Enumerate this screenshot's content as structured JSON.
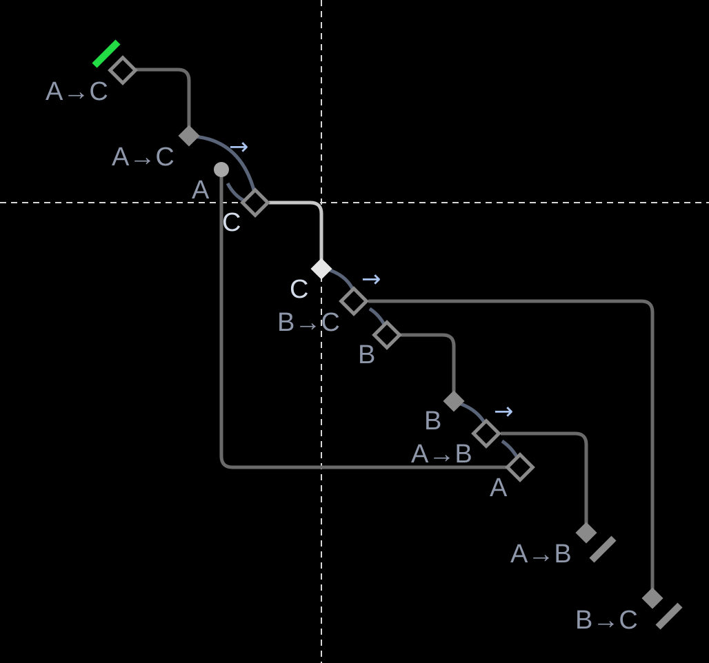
{
  "labels": {
    "start": "A→C",
    "split1": "A→C",
    "split1_in": "A",
    "split1_out": "C",
    "split2": "C",
    "split2_mirror": "B→C",
    "split2_out": "B",
    "split3": "B",
    "split3_mirror": "A→B",
    "split3_out": "A",
    "end_ab": "A→B",
    "end_bc": "B→C"
  },
  "arrows": {
    "a1": "→",
    "a2": "→",
    "a3": "→"
  },
  "colors": {
    "background": "#000000",
    "source": "#22dd44",
    "wire": "#6a6a6a",
    "wire_bright": "#c8c8c8",
    "detector": "#8a8a8a",
    "arc": "#5a6478",
    "label": "#8f97aa",
    "arrow": "#aac4f0"
  }
}
